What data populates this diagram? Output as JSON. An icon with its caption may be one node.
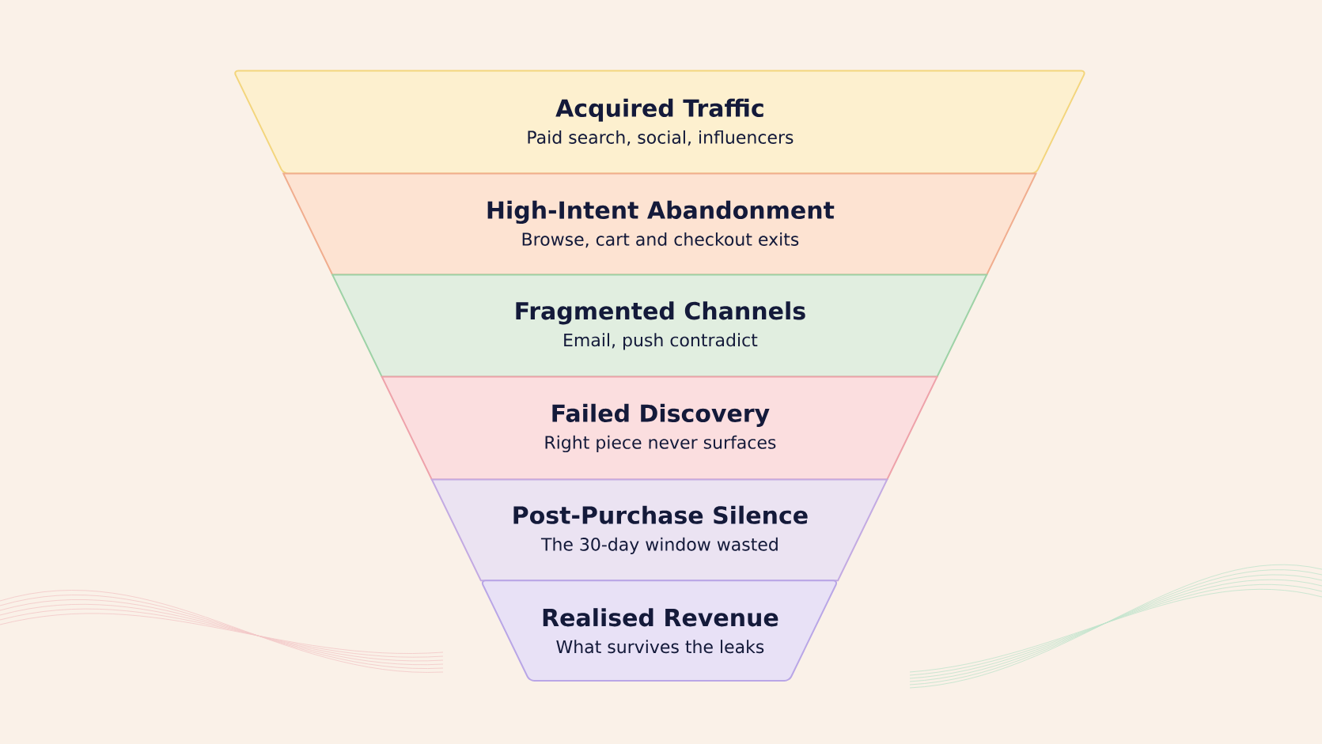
{
  "diagram": {
    "nodes": [
      {
        "text": [
          "Acquired Traffic",
          "Paid search, social, influencers"
        ]
      },
      {
        "text": [
          "High-Intent Abandonment",
          "Browse, cart and checkout exits"
        ]
      },
      {
        "text": [
          "Fragmented Channels",
          "Email, push contradict"
        ]
      },
      {
        "text": [
          "Failed Discovery",
          "Right piece never surfaces"
        ]
      },
      {
        "text": [
          "Post-Purchase Silence",
          "The 30-day window wasted"
        ]
      },
      {
        "text": [
          "Realised Revenue",
          "What survives the leaks"
        ]
      }
    ]
  }
}
